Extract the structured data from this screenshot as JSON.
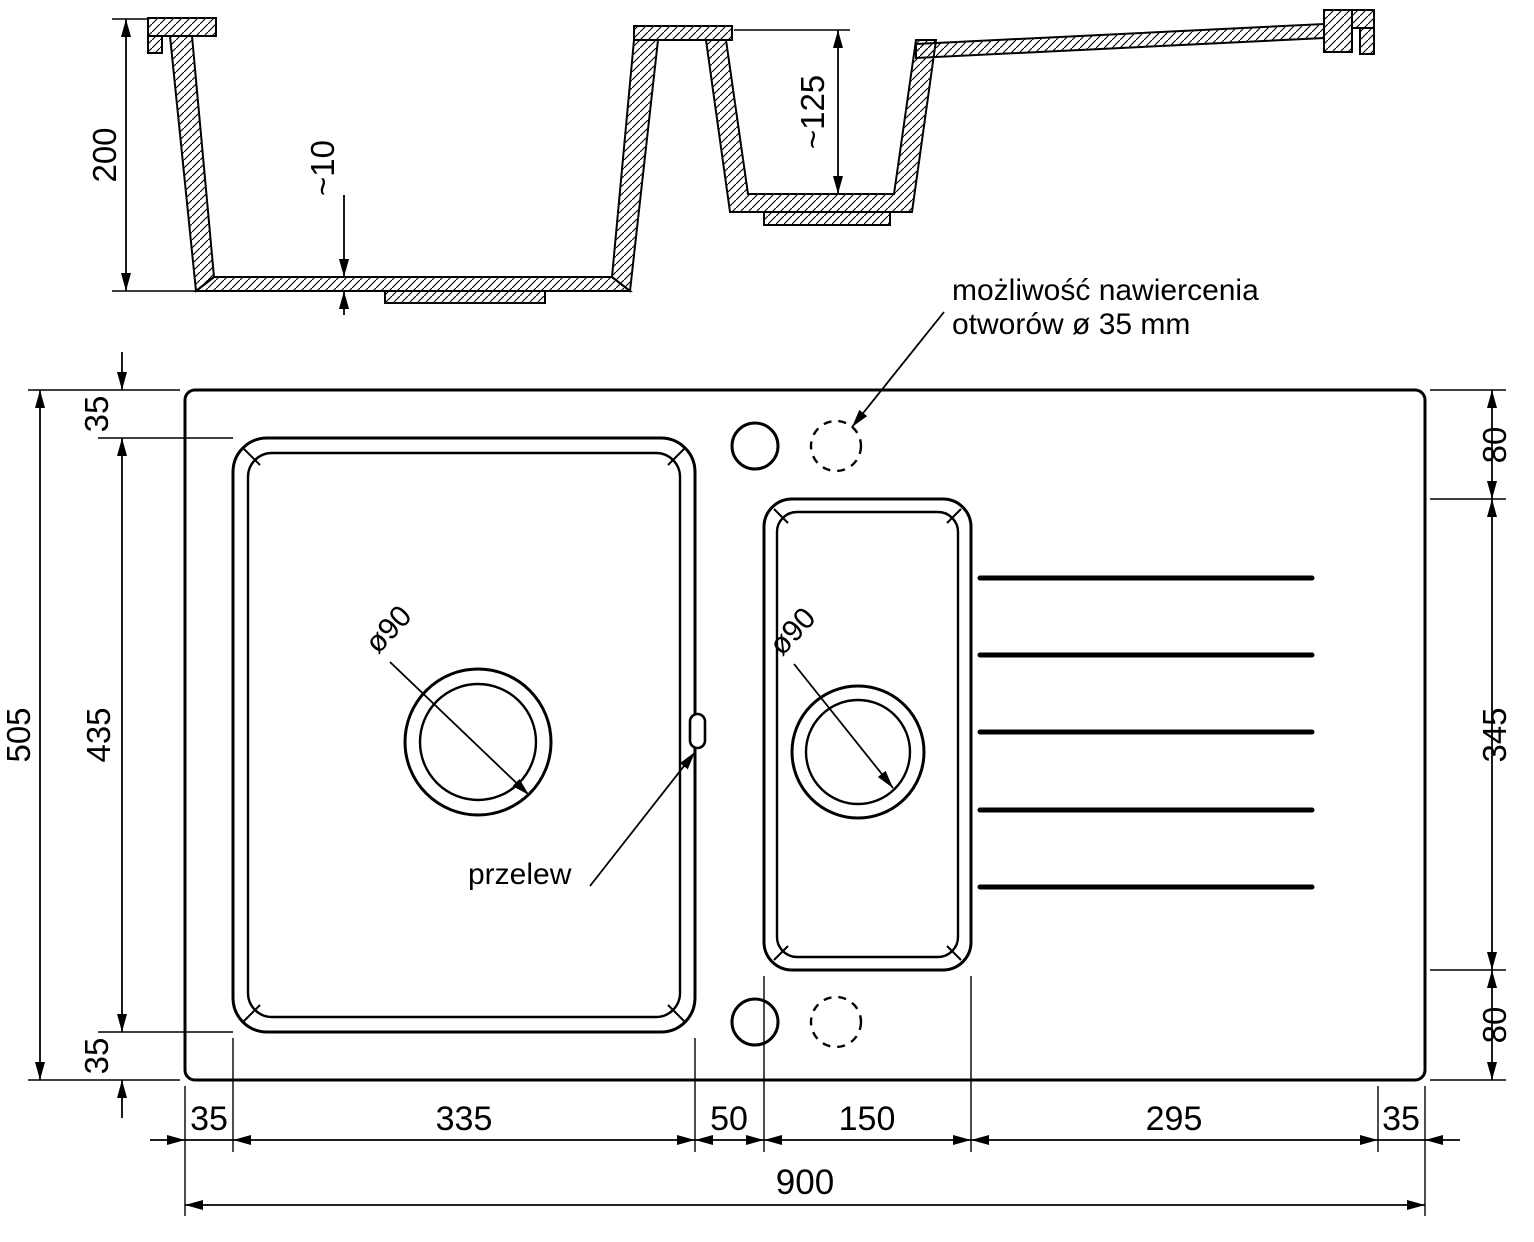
{
  "meta": {
    "background": "#ffffff",
    "ink": "#000000"
  },
  "section": {
    "depth_main": "200",
    "plate_thickness": "~10",
    "depth_secondary": "~125"
  },
  "plan": {
    "height_total": "505",
    "basin_height": "435",
    "margin_top_left": "35",
    "margin_bottom_left": "35",
    "right_top": "80",
    "right_middle": "345",
    "right_bottom": "80",
    "width_total": "900",
    "bottom_chain": [
      "35",
      "335",
      "50",
      "150",
      "295",
      "35"
    ],
    "drain_main": "ø90",
    "drain_secondary": "ø90"
  },
  "notes": {
    "drill_line1": "możliwość nawiercenia",
    "drill_line2": "otworów ø 35 mm",
    "overflow": "przelew"
  }
}
